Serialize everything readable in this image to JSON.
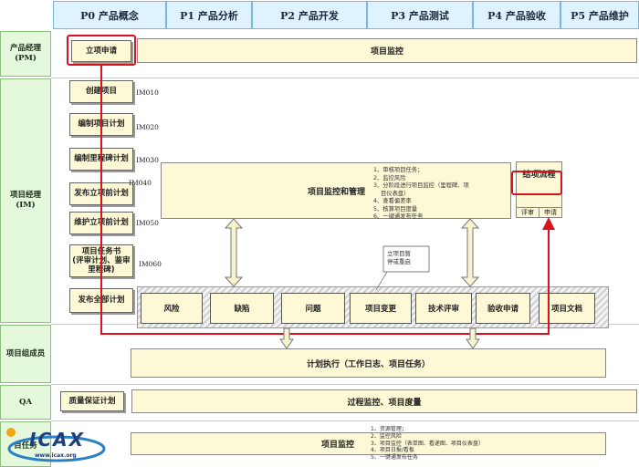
{
  "phases": [
    "P0 产品概念",
    "P1 产品分析",
    "P2 产品开发",
    "P3 产品测试",
    "P4 产品验收",
    "P5 产品维护"
  ],
  "lanes": {
    "pm": "产品经理\n(PM)",
    "im": "项目经理\n(IM)",
    "member": "项目组成员",
    "qa": "QA",
    "admin": "目任务"
  },
  "pm_tasks": {
    "apply": "立项申请",
    "monitor": "项目监控"
  },
  "im_tasks": [
    {
      "label": "创建项目",
      "code": "IM010"
    },
    {
      "label": "编制项目计划",
      "code": "IM020"
    },
    {
      "label": "编制里程碑计划",
      "code": "IM030"
    },
    {
      "label": "发布立项前计划",
      "code": "IM040"
    },
    {
      "label": "维护立项前计划",
      "code": "IM050"
    },
    {
      "label": "项目任务书\n(评审计划、鉴审\n里程碑)",
      "code": "IM060"
    },
    {
      "label": "发布全部计划",
      "code": ""
    }
  ],
  "manage": {
    "title": "项目监控和管理",
    "notes": "1、审核项目任务；\n2、监控风险\n3、分阶段进行项目监控（里程碑、项\n    目仪表盘）\n4、查看偏差率\n5、核算项目度量\n6、一键通发布任务"
  },
  "closure": {
    "title": "结项流程",
    "sub_left": "评审",
    "sub_right": "申请"
  },
  "pause_note": "立项目暂\n停或重启",
  "categories": [
    "风险",
    "缺陷",
    "问题",
    "项目变更",
    "技术评审",
    "验收申请",
    "项目文档"
  ],
  "member_task": "计划执行（工作日志、项目任务）",
  "qa": {
    "plan": "质量保证计划",
    "monitor": "过程监控、项目度量"
  },
  "bottom": {
    "title": "项目监控",
    "notes": "1、资源管理；\n2、监控风险\n3、项目监控（表单图、看递图、项目仪表盘）\n4、项目日报/看板\n5、一键通发布任务"
  },
  "logo_text": "ICAX",
  "logo_url": "www.icax.org",
  "colors": {
    "highlight": "#d8121e",
    "lane": "#e4f8dc",
    "phase": "#dff2ff",
    "task": "#fdf8d6"
  }
}
